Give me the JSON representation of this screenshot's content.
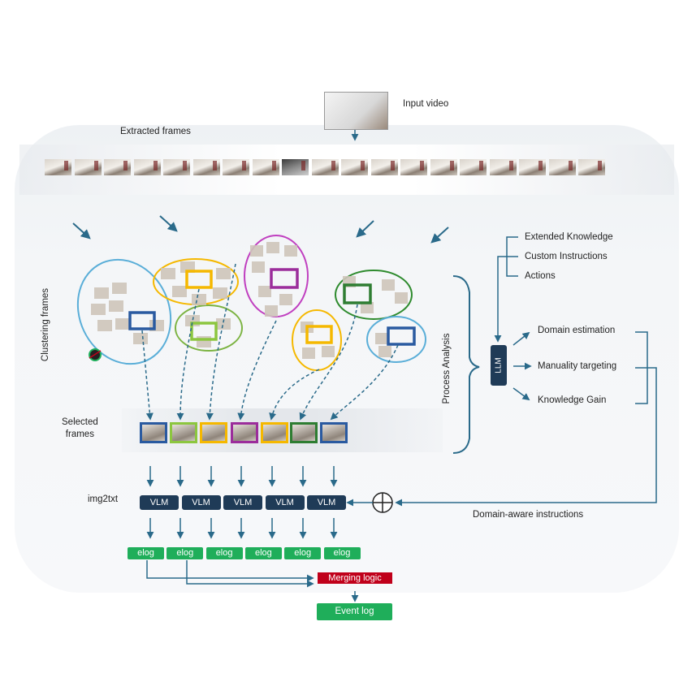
{
  "labels": {
    "input_video": "Input video",
    "extracted_frames": "Extracted frames",
    "clustering_frames": "Clustering frames",
    "selected_frames": "Selected\nframes",
    "img2txt": "img2txt",
    "process_analysis": "Process Analysis",
    "llm": "LLM",
    "domain_aware": "Domain-aware instructions",
    "merging_logic": "Merging logic",
    "event_log": "Event log"
  },
  "llm_inputs": [
    "Extended Knowledge",
    "Custom Instructions",
    "Actions"
  ],
  "llm_outputs": [
    "Domain estimation",
    "Manuality targeting",
    "Knowledge Gain"
  ],
  "vlm_label": "VLM",
  "elog_label": "elog",
  "vlm_count": 5,
  "elog_count": 6,
  "selected_frame_colors": [
    "#2a5aa0",
    "#8cc63f",
    "#f5b800",
    "#9b2d9b",
    "#f5b800",
    "#2e7d32",
    "#2a5aa0"
  ],
  "colors": {
    "navy": "#1f3b57",
    "green": "#1fae5a",
    "red": "#c0001a",
    "arrow": "#2a6a8a"
  }
}
